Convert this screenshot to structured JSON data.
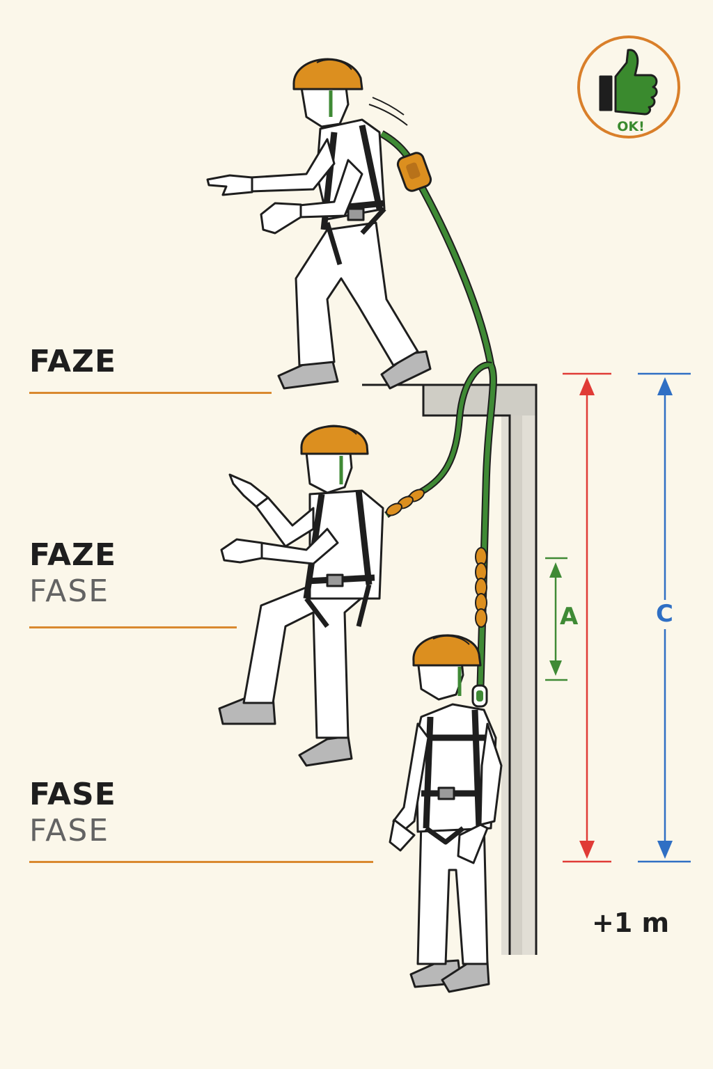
{
  "labels": {
    "phase1": {
      "line1": "FAZE"
    },
    "phase2": {
      "line1": "FAZE",
      "line2": "FASE"
    },
    "phase3": {
      "line1": "FASE",
      "line2": "FASE"
    }
  },
  "dimensions": {
    "a_label": "A",
    "c_label": "C",
    "extra_height": "+1 m"
  },
  "badge": {
    "text": "OK!",
    "icon": "thumbs-up-icon"
  },
  "colors": {
    "background": "#fbf7ea",
    "helmet": "#dc8f1f",
    "lanyard": "#3f8a35",
    "phase_line": "#d9892f",
    "dimension_a": "#3f8a35",
    "dimension_b": "#e03b36",
    "dimension_c": "#2f6fc4",
    "badge_ring": "#d97f2a",
    "badge_text": "#3a8a2e"
  }
}
